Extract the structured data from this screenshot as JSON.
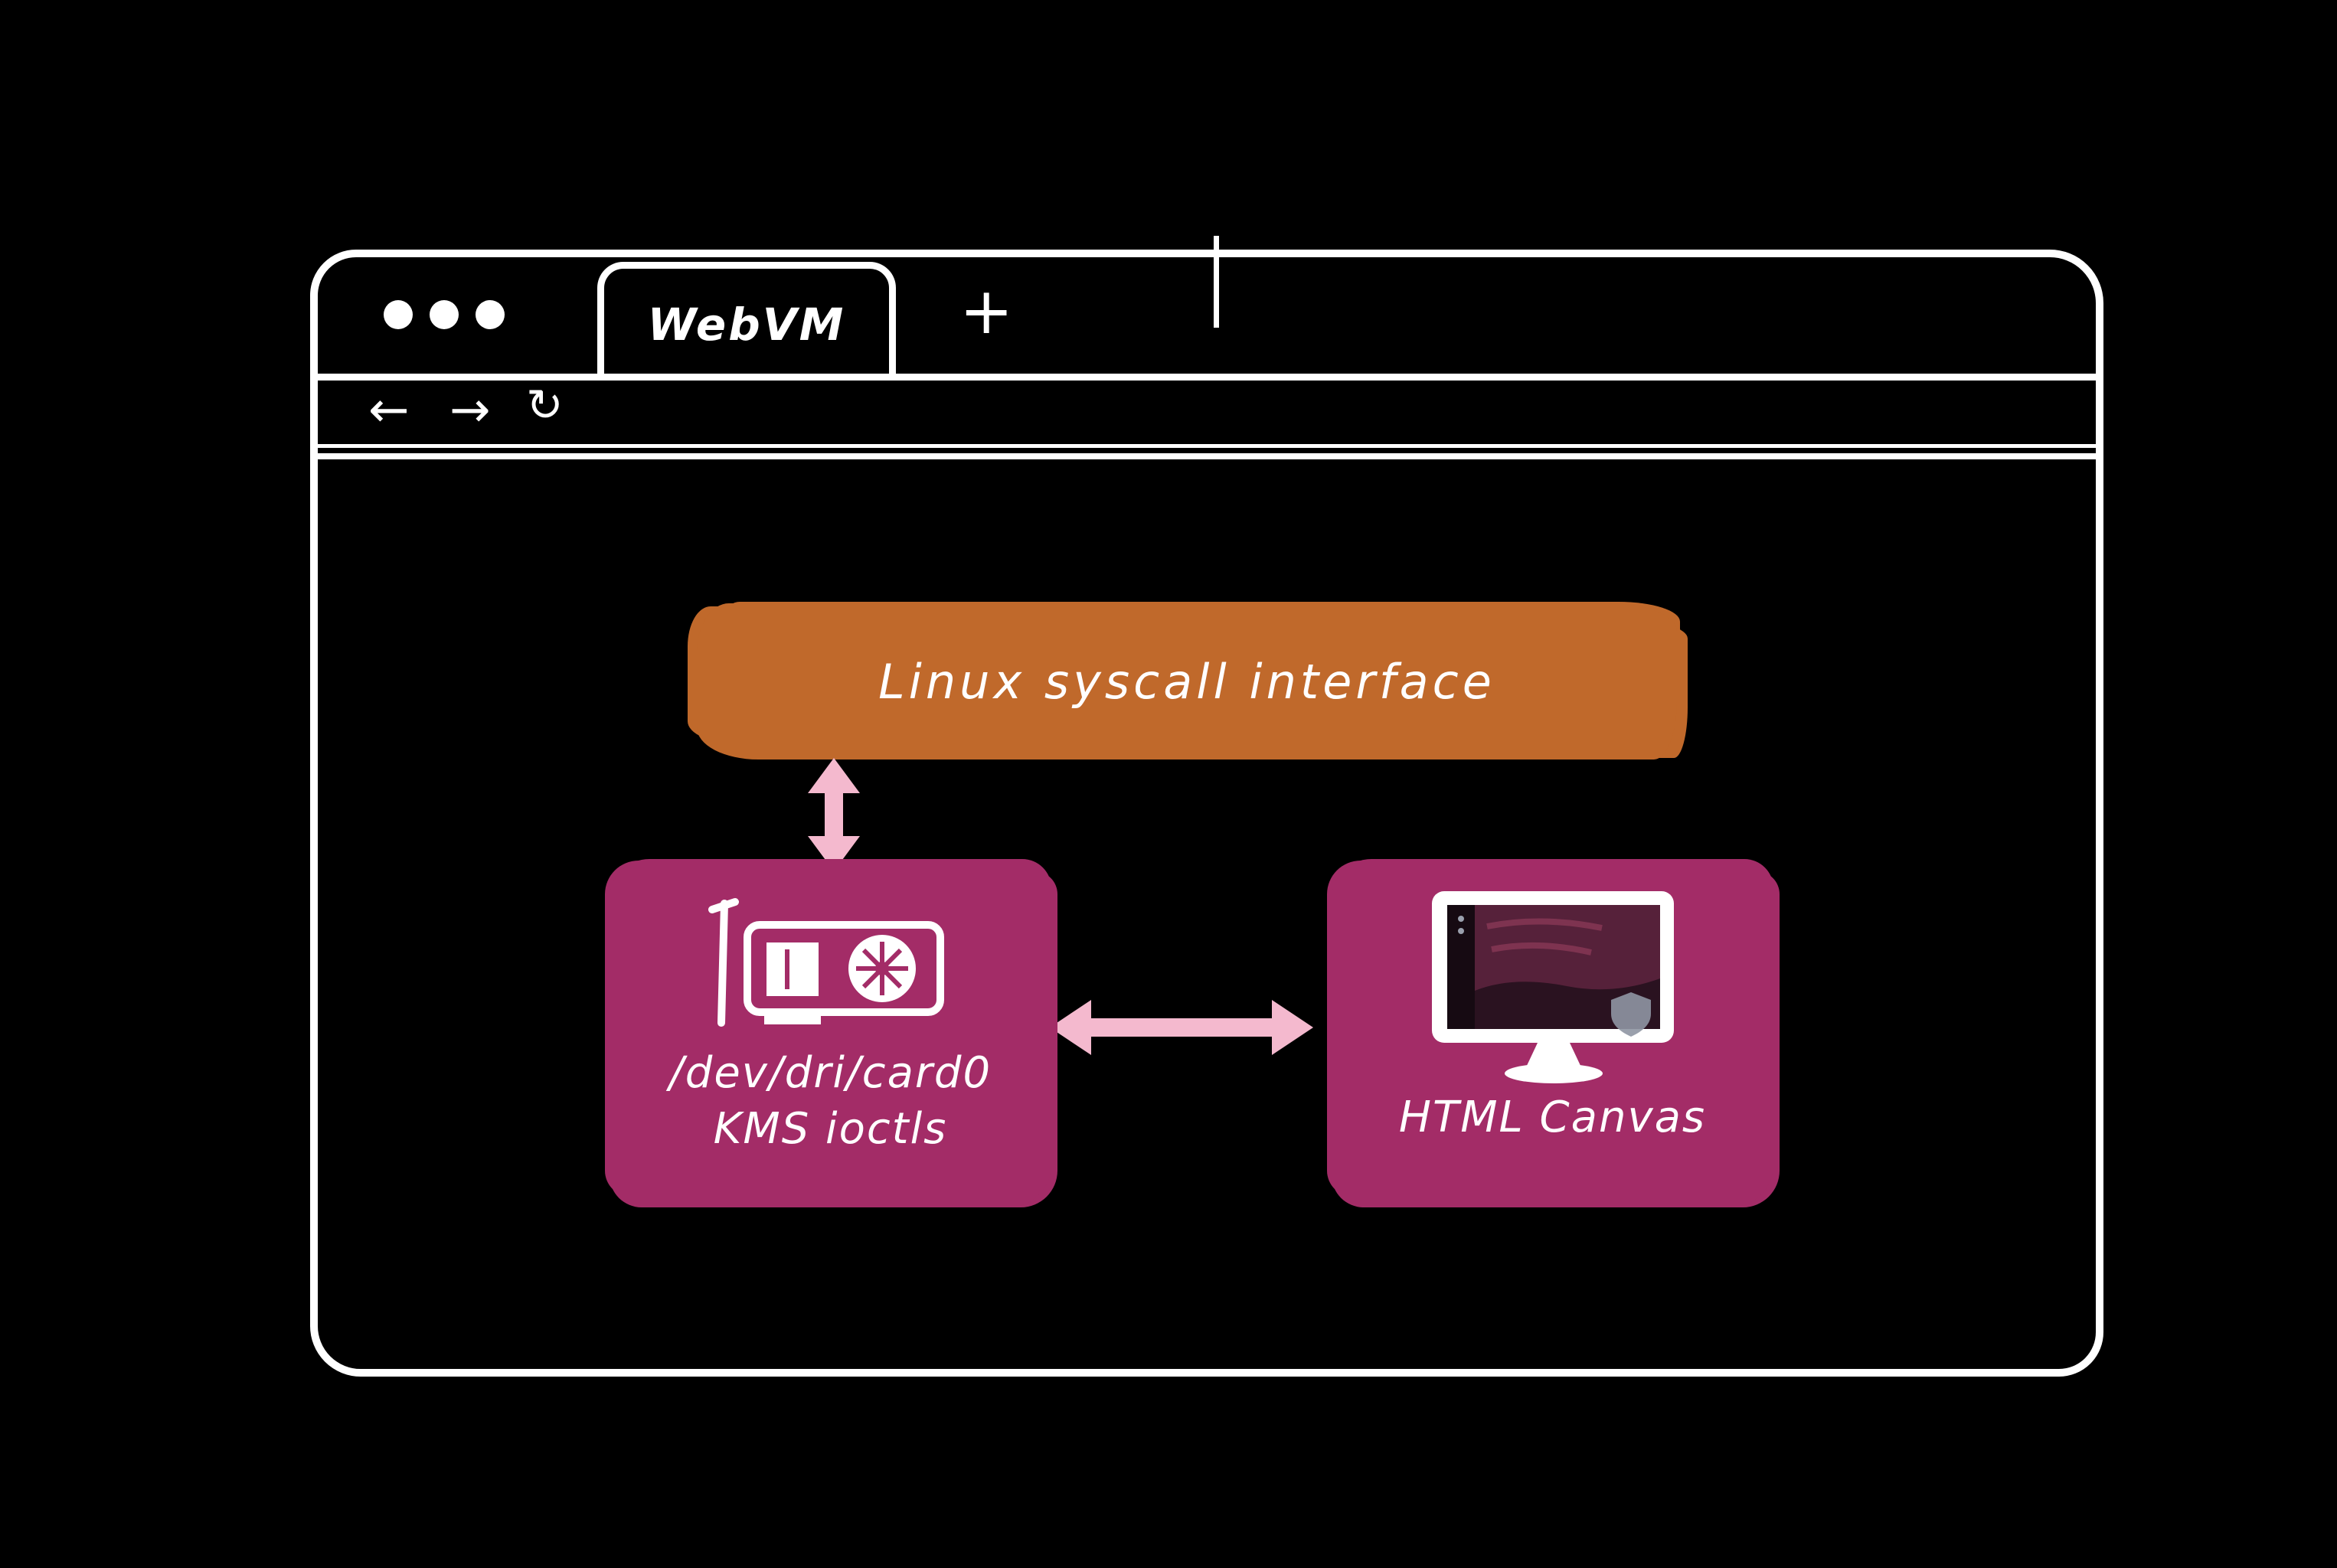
{
  "browser": {
    "tab": {
      "title": "WebVM"
    },
    "new_tab_icon": "+",
    "back_icon": "←",
    "forward_icon": "→",
    "refresh_icon": "↻"
  },
  "diagram": {
    "syscall_band": {
      "label": "Linux syscall interface",
      "bg_color": "#c0692b",
      "text_color": "#ffffff"
    },
    "gpu_node": {
      "device_path": "/dev/dri/card0",
      "api_label": "KMS ioctls",
      "bg_color": "#a32c67",
      "icon": "gpu-card-icon"
    },
    "canvas_node": {
      "label": "HTML Canvas",
      "bg_color": "#a32c67",
      "icon": "monitor-icon"
    },
    "arrows": {
      "color": "#f4b9ce",
      "vertical_connection": "syscall-interface to gpu-device",
      "horizontal_connection": "gpu-device to html-canvas"
    },
    "sketch_color": "#ffffff",
    "background_color": "#000000"
  }
}
